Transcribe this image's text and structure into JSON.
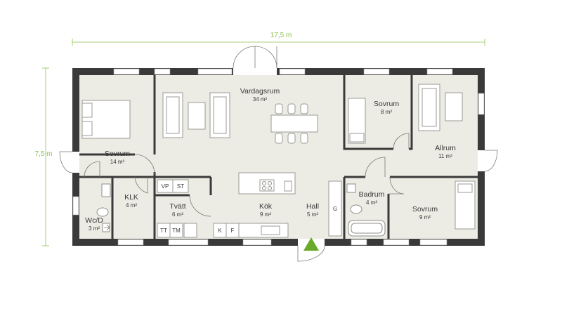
{
  "dimensions": {
    "width_label": "17,5 m",
    "height_label": "7,5 m",
    "color": "#8bc34a"
  },
  "colors": {
    "floor": "#ecece4",
    "wall": "#3a3a3a",
    "entrance_marker": "#6aaa2a"
  },
  "rooms": [
    {
      "id": "sovrum-1",
      "name": "Sovrum",
      "area": "14 m²"
    },
    {
      "id": "vardagsrum",
      "name": "Vardagsrum",
      "area": "34 m²"
    },
    {
      "id": "sovrum-2",
      "name": "Sovrum",
      "area": "8 m²"
    },
    {
      "id": "allrum",
      "name": "Allrum",
      "area": "11 m²"
    },
    {
      "id": "klk",
      "name": "KLK",
      "area": "4 m²"
    },
    {
      "id": "wc",
      "name": "Wc/D",
      "area": "3 m²"
    },
    {
      "id": "tvatt",
      "name": "Tvätt",
      "area": "6 m²"
    },
    {
      "id": "kok",
      "name": "Kök",
      "area": "9 m²"
    },
    {
      "id": "hall",
      "name": "Hall",
      "area": "5 m²"
    },
    {
      "id": "badrum",
      "name": "Badrum",
      "area": "4 m²"
    },
    {
      "id": "sovrum-3",
      "name": "Sovrum",
      "area": "9 m²"
    }
  ],
  "appliance_labels": {
    "vp": "VP",
    "st": "ST",
    "tt": "TT",
    "tm": "TM",
    "k": "K",
    "f": "F",
    "g": "G"
  }
}
